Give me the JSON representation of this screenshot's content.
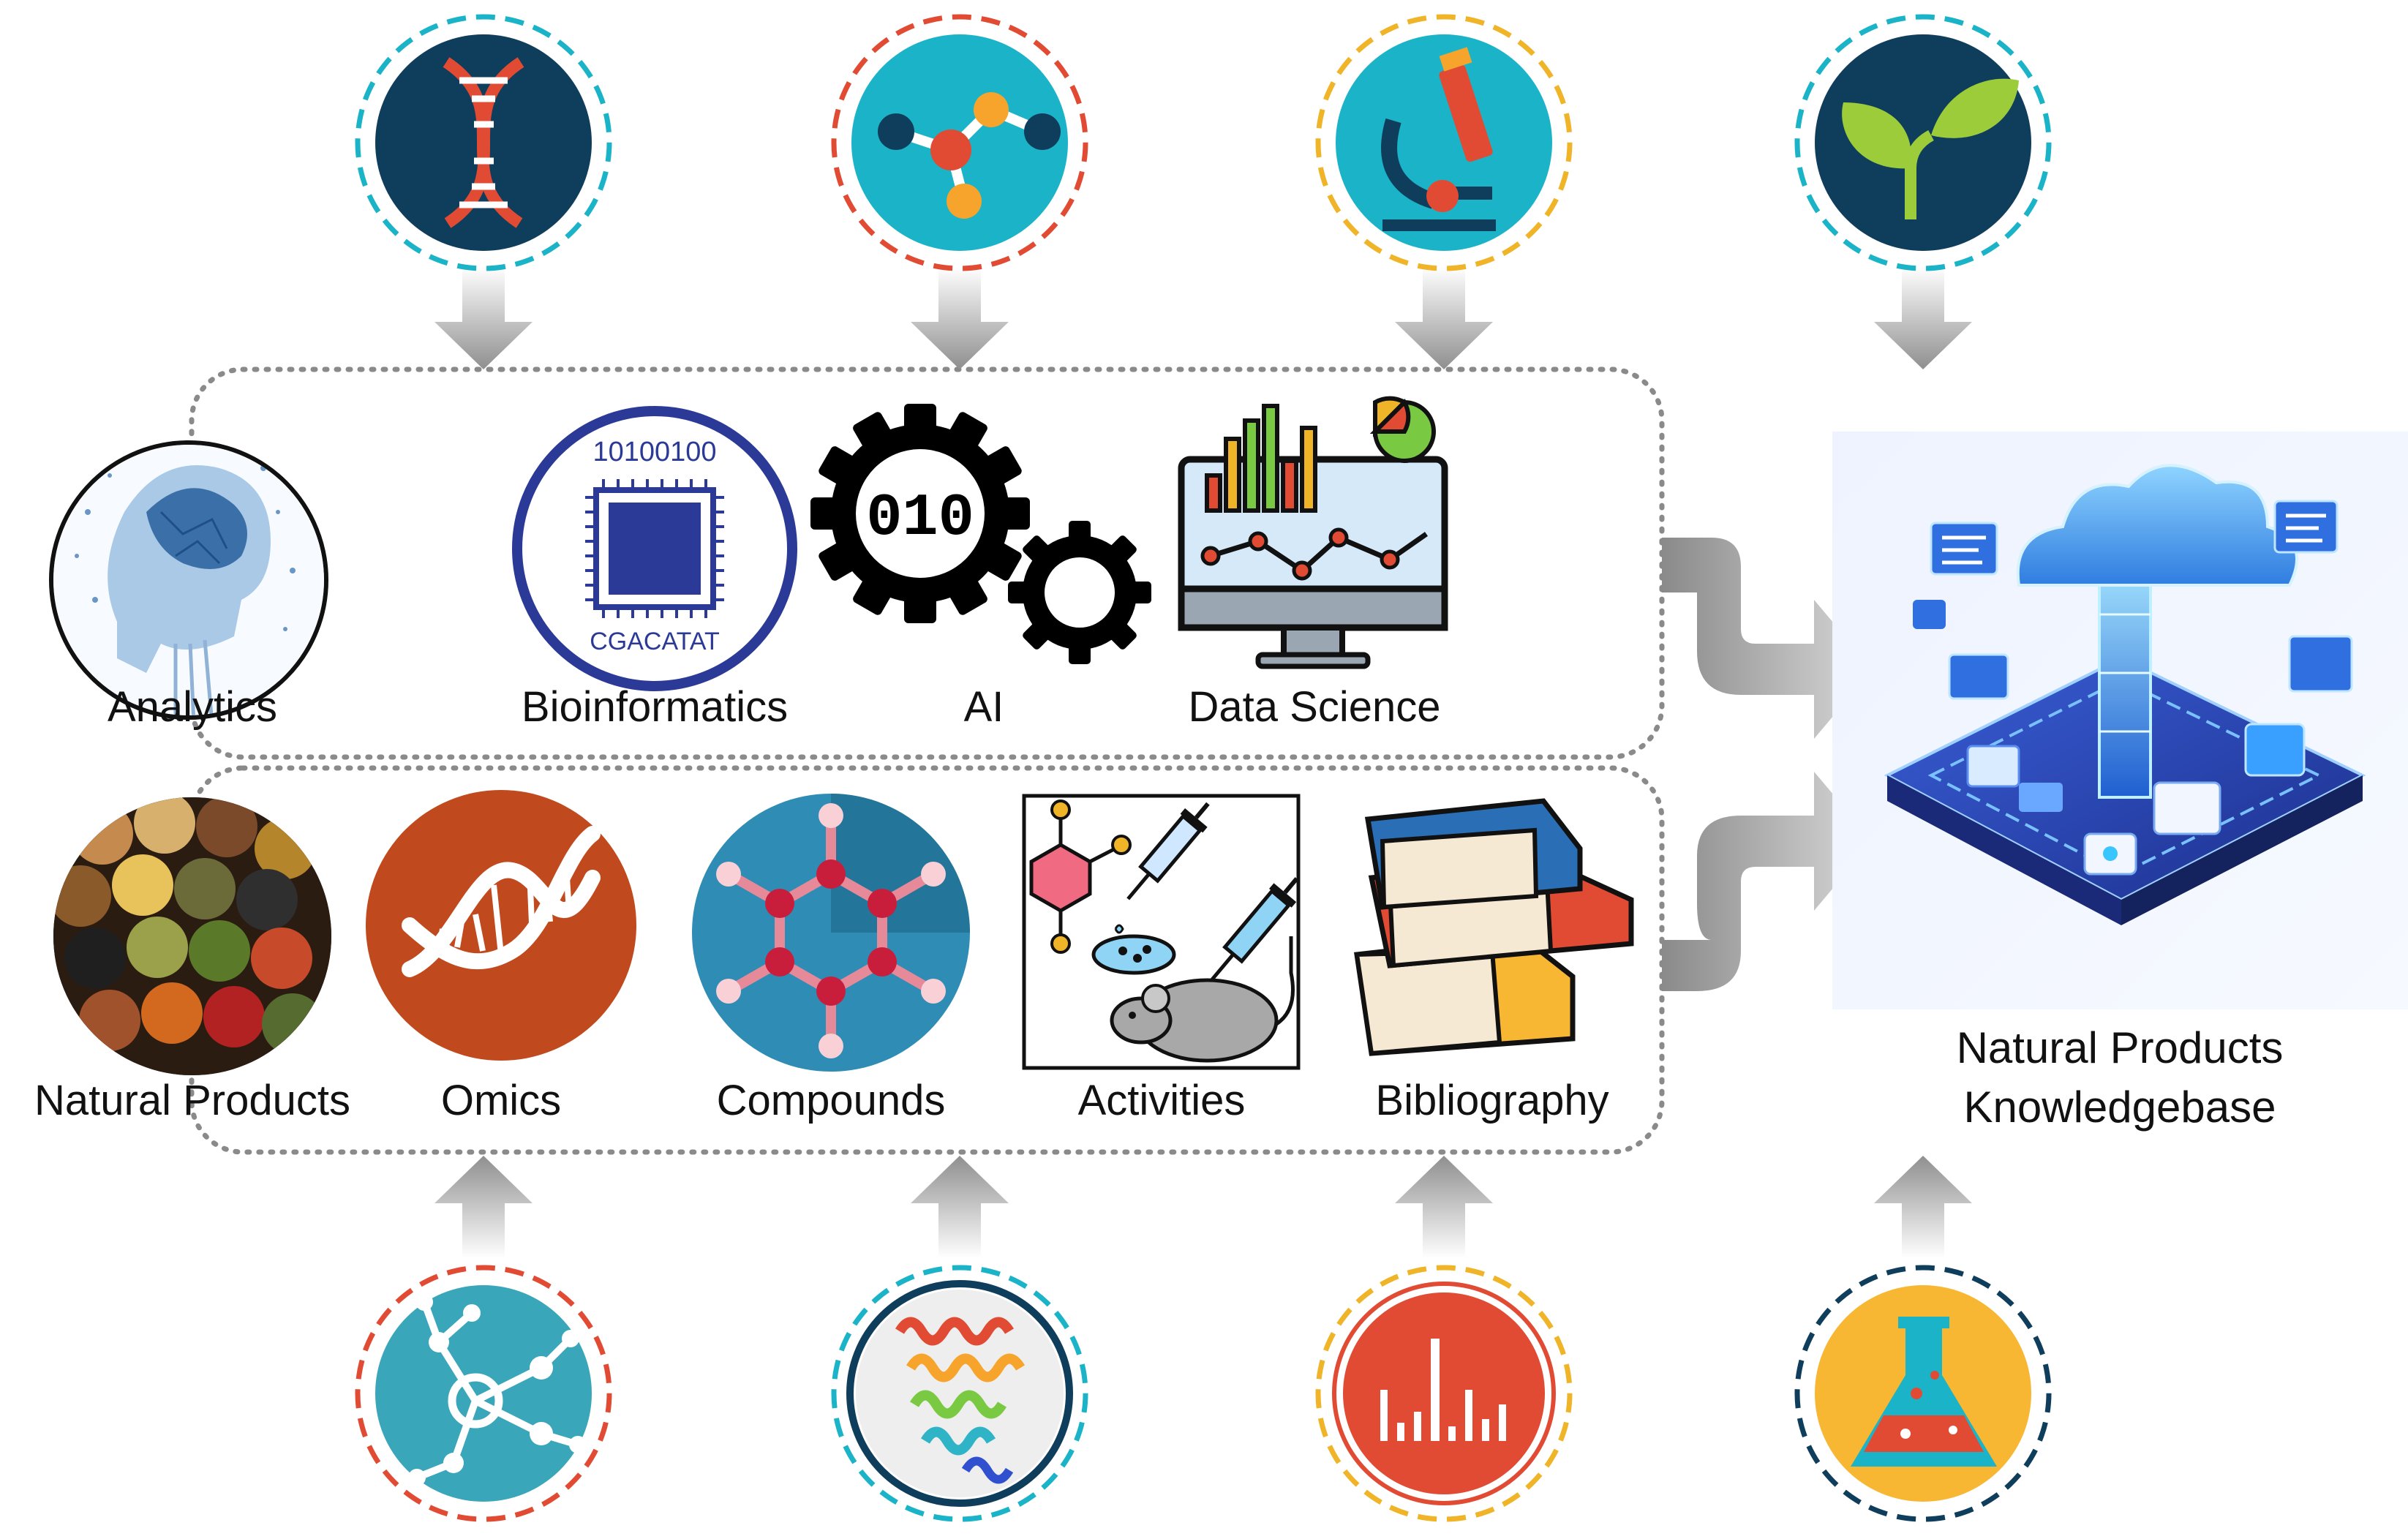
{
  "colors": {
    "teal": "#1bb3c7",
    "navy": "#0f3d5c",
    "red": "#e14b33",
    "orange": "#f7a42c",
    "yellow": "#f0b429",
    "green": "#9ccc3a",
    "omics_brown": "#c04a1e",
    "compound_blue": "#2f8cb5",
    "arrow_gray": "#8c8c8c",
    "dot_border": "#8a8a8a"
  },
  "top_icons": [
    {
      "icon": "dna-icon"
    },
    {
      "icon": "molecule-icon"
    },
    {
      "icon": "microscope-icon"
    },
    {
      "icon": "plant-sprout-icon"
    }
  ],
  "bottom_icons": [
    {
      "icon": "network-node-icon"
    },
    {
      "icon": "protein-structure-icon"
    },
    {
      "icon": "spectrum-bars-icon"
    },
    {
      "icon": "lab-flask-icon"
    }
  ],
  "tech_row": {
    "items": [
      {
        "label": "Analytics",
        "icon": "brain-head-icon"
      },
      {
        "label": "Bioinformatics",
        "icon": "chip-badge-icon",
        "chip_top": "10100100",
        "chip_bottom": "CGACATAT"
      },
      {
        "label": "AI",
        "icon": "gears-binary-icon",
        "gear_text": "010"
      },
      {
        "label": "Data Science",
        "icon": "monitor-chart-icon"
      }
    ]
  },
  "data_row": {
    "items": [
      {
        "label": "Natural Products",
        "icon": "spices-bowls-icon"
      },
      {
        "label": "Omics",
        "icon": "dna-helix-icon"
      },
      {
        "label": "Compounds",
        "icon": "hexagon-molecule-icon"
      },
      {
        "label": "Activities",
        "icon": "syringe-mouse-icon"
      },
      {
        "label": "Bibliography",
        "icon": "books-stack-icon"
      }
    ]
  },
  "knowledgebase": {
    "title_line1": "Natural Products",
    "title_line2": "Knowledgebase",
    "icon": "cloud-server-platform-icon"
  }
}
